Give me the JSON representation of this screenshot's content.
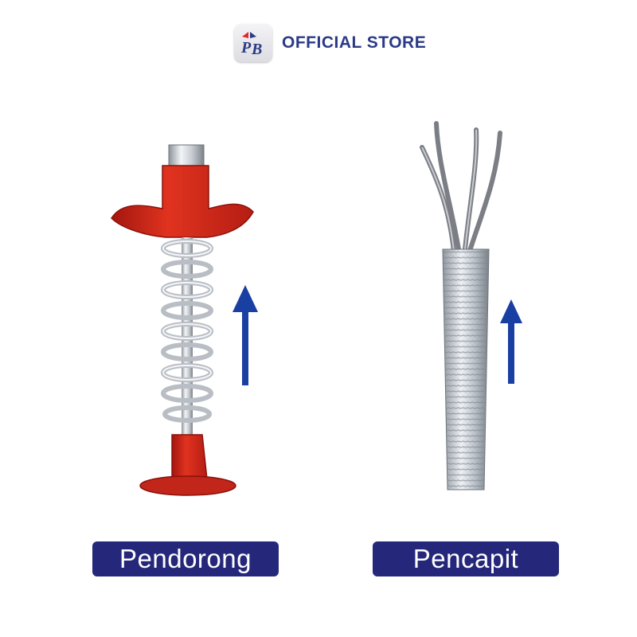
{
  "header": {
    "logo_text": "PB",
    "store_label": "OFFICIAL STORE"
  },
  "products": [
    {
      "label": "Pendorong",
      "icon": "spring-pusher-tool",
      "accent": "#d42a1e"
    },
    {
      "label": "Pencapit",
      "icon": "claw-grabber-tool",
      "accent": "#c6ccd4"
    }
  ],
  "colors": {
    "label_bg": "#25277a",
    "arrow": "#1a3fa3",
    "brand": "#2b3a86"
  }
}
